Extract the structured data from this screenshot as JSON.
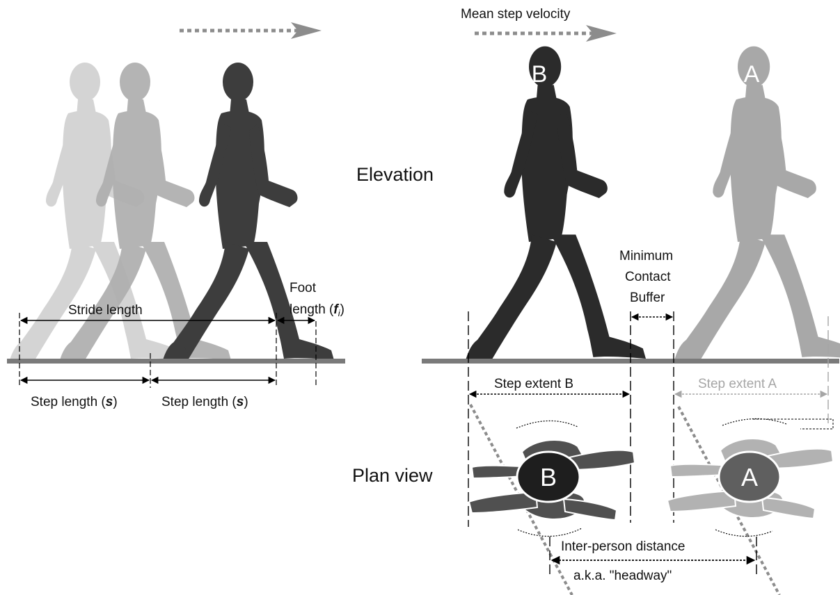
{
  "labels": {
    "mean_step_velocity": "Mean step velocity",
    "elevation": "Elevation",
    "plan_view": "Plan view",
    "stride_length": "Stride length",
    "foot_length_line1": "Foot",
    "foot_length_line2": "length (",
    "foot_length_symbol": "f",
    "foot_length_subscript": "i",
    "foot_length_close": ")",
    "step_length_left_text": "Step length (",
    "step_length_right_text": "Step length (",
    "step_length_symbol": "s",
    "step_length_close": ")",
    "buffer_line1": "Minimum",
    "buffer_line2": "Contact",
    "buffer_line3": "Buffer",
    "step_extent_b": "Step extent B",
    "step_extent_a": "Step extent A",
    "inter_person_line1": "Inter-person distance",
    "inter_person_line2": "a.k.a. \"headway\""
  },
  "persons": {
    "b": "B",
    "a": "A"
  },
  "colors": {
    "figure_dark": "#3a3a3a",
    "figure_darker": "#2a2a2a",
    "figure_mid": "#9a9a9a",
    "figure_light": "#c4c4c4",
    "ground": "#7a7a7a",
    "arrow": "#8c8c8c",
    "text": "#111111",
    "text_faded": "#a6a6a6"
  }
}
